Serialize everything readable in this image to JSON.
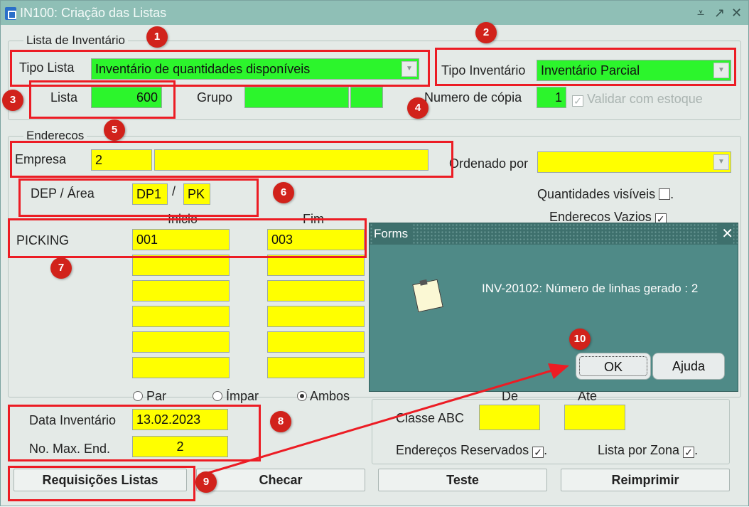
{
  "window": {
    "title": "IN100: Criação  das  Listas",
    "controls": {
      "minimize": "⩡",
      "restore": "↗",
      "close": "✕"
    }
  },
  "lista_inventario": {
    "group_title": "Lista de Inventário",
    "tipo_lista_label": "Tipo Lista",
    "tipo_lista_value": "Inventário de quantidades disponíveis",
    "tipo_inventario_label": "Tipo Inventário",
    "tipo_inventario_value": "Inventário Parcial",
    "lista_label": "Lista",
    "lista_value": "600",
    "grupo_label": "Grupo",
    "grupo_value1": "",
    "grupo_value2": "",
    "numero_copia_label": "Numero de cópia",
    "numero_copia_value": "1",
    "validar_label": "Validar com estoque",
    "validar_checked": "✓"
  },
  "enderecos": {
    "group_title": "Enderecos",
    "empresa_label": "Empresa",
    "empresa_code": "2",
    "empresa_name": "",
    "ordenado_label": "Ordenado por",
    "ordenado_value": "",
    "dep_label": "DEP  /  Área",
    "dep_value": "DP1",
    "slash": "/",
    "area_value": "PK",
    "quantidades_label": "Quantidades visíveis",
    "quantidades_checked": "",
    "vazios_label": "Enderecos Vazios",
    "vazios_checked": "✓",
    "dot": ".",
    "inicio_header": "Inicio",
    "fim_header": "Fim",
    "picking_label": "PICKING",
    "inicio_rows": [
      "001",
      "",
      "",
      "",
      "",
      ""
    ],
    "fim_rows": [
      "003",
      "",
      "",
      "",
      "",
      ""
    ],
    "radio_par": "Par",
    "radio_impar": "Ímpar",
    "radio_ambos": "Ambos",
    "radio_selected": "Ambos"
  },
  "classe": {
    "de_label": "De",
    "ate_label": "Ate",
    "classe_abc_label": "Classe ABC",
    "classe_de_value": "",
    "classe_ate_value": "",
    "reservados_label": "Endereços Reservados",
    "reservados_checked": "✓",
    "zona_label": "Lista por Zona",
    "zona_checked": "✓"
  },
  "data": {
    "data_inventario_label": "Data Inventário",
    "data_inventario_value": "13.02.2023",
    "max_end_label": "No. Max. End.",
    "max_end_value": "2"
  },
  "buttons": {
    "requisicoes": "Requisições Listas",
    "checar": "Checar",
    "teste": "Teste",
    "reimprimir": "Reimprimir"
  },
  "modal": {
    "title": "Forms",
    "message": "INV-20102: Número de linhas gerado : 2",
    "ok_label": "OK",
    "ajuda_label": "Ajuda",
    "close": "✕"
  },
  "annotations": [
    "1",
    "2",
    "3",
    "4",
    "5",
    "6",
    "7",
    "8",
    "9",
    "10"
  ],
  "colors": {
    "field_green": "#2cf52c",
    "field_yellow": "#ffff00",
    "annotation_red": "#ec1c24",
    "titlebar": "#8fbfb6",
    "modal_bg": "#4f8a87"
  }
}
